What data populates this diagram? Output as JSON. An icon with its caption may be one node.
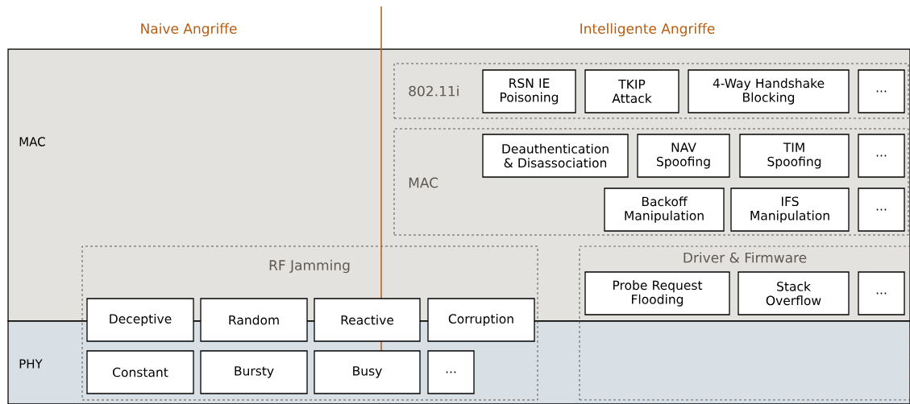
{
  "diagram": {
    "nodes": [
      {
        "text": [
          "MAC"
        ]
      },
      {
        "text": [
          "PHY"
        ]
      },
      {
        "text": [
          "802.11i"
        ],
        "in": 0
      },
      {
        "text": [
          "RSN IE Poisoning"
        ],
        "in": 2
      },
      {
        "text": [
          "TKIP Attack"
        ],
        "in": 2
      },
      {
        "text": [
          "4-Way Handshake Blocking"
        ],
        "in": 2
      },
      {
        "text": [
          "..."
        ],
        "in": 2
      },
      {
        "text": [
          "MAC"
        ],
        "in": 0
      },
      {
        "text": [
          "Deauthentication & Disassociation"
        ],
        "in": 7
      },
      {
        "text": [
          "NAV Spoofing"
        ],
        "in": 7
      },
      {
        "text": [
          "TIM Spoofing"
        ],
        "in": 7
      },
      {
        "text": [
          "..."
        ],
        "in": 7
      },
      {
        "text": [
          "Backoff Manipulation"
        ],
        "in": 7
      },
      {
        "text": [
          "IFS Manipulation"
        ],
        "in": 7
      },
      {
        "text": [
          "..."
        ],
        "in": 7
      },
      {
        "text": [
          "RF Jamming"
        ]
      },
      {
        "text": [
          "Deceptive"
        ],
        "in": 15
      },
      {
        "text": [
          "Random"
        ],
        "in": 15
      },
      {
        "text": [
          "Reactive"
        ],
        "in": 15
      },
      {
        "text": [
          "Corruption"
        ],
        "in": 15
      },
      {
        "text": [
          "Constant"
        ]
      },
      {
        "text": [
          "Bursty"
        ]
      },
      {
        "text": [
          "Busy"
        ]
      },
      {
        "text": [
          "..."
        ]
      },
      {
        "text": [
          "Driver & Firmware"
        ]
      },
      {
        "text": [
          "Probe Request Flooding"
        ]
      },
      {
        "text": [
          "Stack Overflow"
        ]
      },
      {
        "text": [
          "..."
        ]
      }
    ],
    "labels": [
      "Naive Angriffe",
      "Intelligente Angriffe"
    ]
  }
}
